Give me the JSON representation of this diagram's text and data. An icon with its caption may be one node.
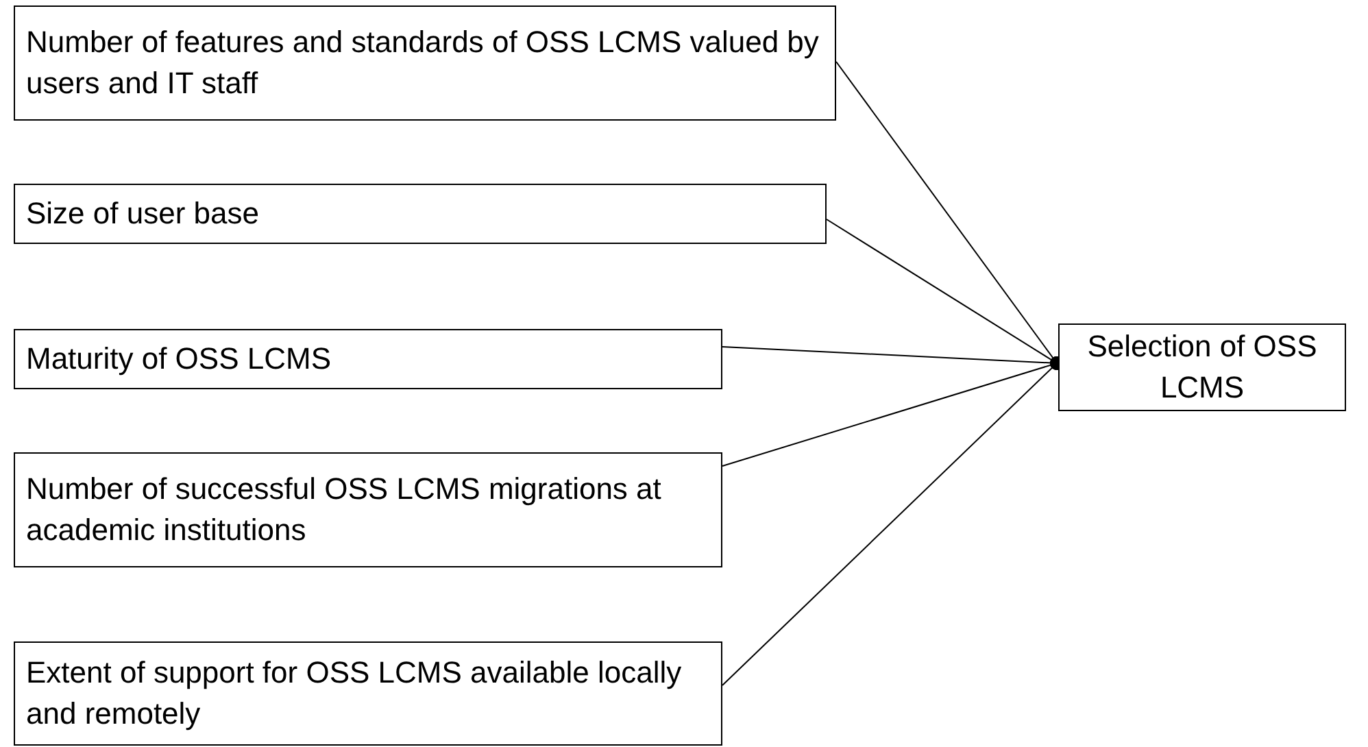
{
  "diagram": {
    "nodes": [
      {
        "text": [
          "Number of features and standards of OSS LCMS valued by users and IT staff"
        ]
      },
      {
        "text": [
          "Size of user base"
        ]
      },
      {
        "text": [
          "Maturity of OSS LCMS"
        ]
      },
      {
        "text": [
          "Number of successful OSS LCMS migrations at academic institutions"
        ]
      },
      {
        "text": [
          "Extent of support for OSS LCMS available locally and remotely"
        ]
      },
      {
        "text": [
          "Selection of OSS LCMS"
        ]
      }
    ],
    "edges": [
      {
        "from": 0,
        "to": 5,
        "arrow": "other"
      },
      {
        "from": 1,
        "to": 5,
        "arrow": "other"
      },
      {
        "from": 2,
        "to": 5,
        "arrow": "other"
      },
      {
        "from": 3,
        "to": 5,
        "arrow": "other"
      },
      {
        "from": 4,
        "to": 5,
        "arrow": "other"
      }
    ]
  }
}
